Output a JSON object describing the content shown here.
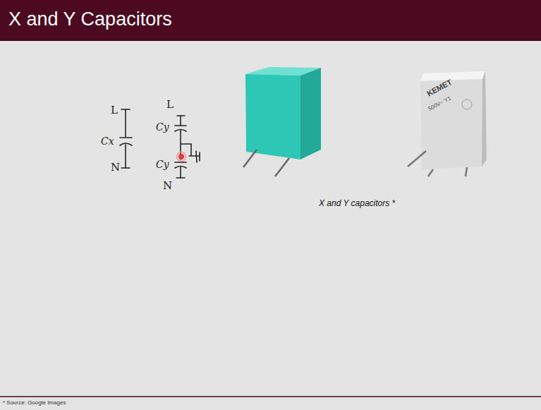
{
  "diagram": {
    "title": "X and Y Capacitors",
    "caption": "X and Y capacitors *",
    "labels": [
      "L",
      "Cx",
      "N",
      "L",
      "Cy",
      "Cy",
      "N",
      "KEMET",
      "500V~ Y1",
      "* Source: Google Images"
    ]
  }
}
